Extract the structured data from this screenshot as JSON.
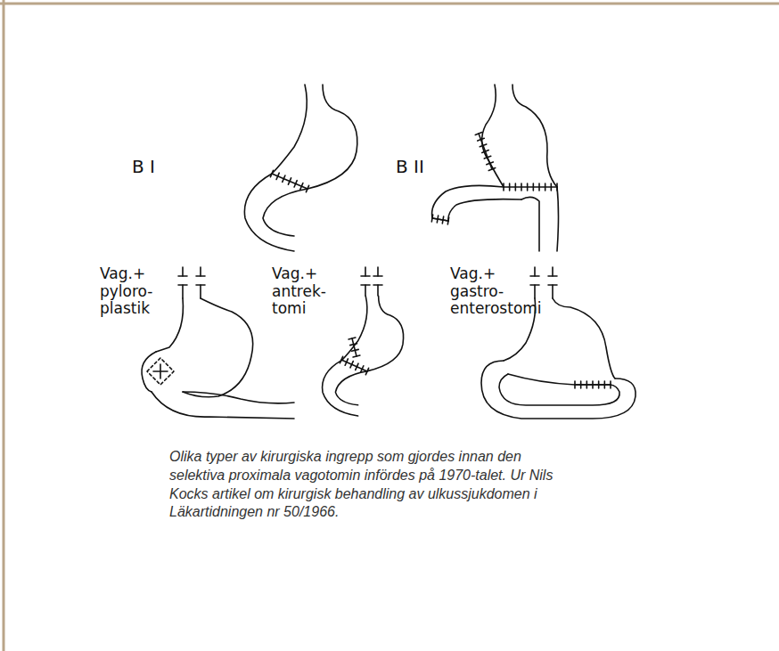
{
  "diagram": {
    "caption": "Olika typer av kirurgiska ingrepp som gjordes innan den selektiva proximala vagotomin infördes på 1970-talet. Ur Nils Kocks artikel om kirurgisk behandling av ulkussjukdomen i Läkartidningen nr 50/1966.",
    "labels": [
      "B I",
      "B II",
      "Vag.+ pyloro- plastik",
      "Vag.+ antrek- tomi",
      "Vag.+ gastro- enterostomi"
    ]
  }
}
